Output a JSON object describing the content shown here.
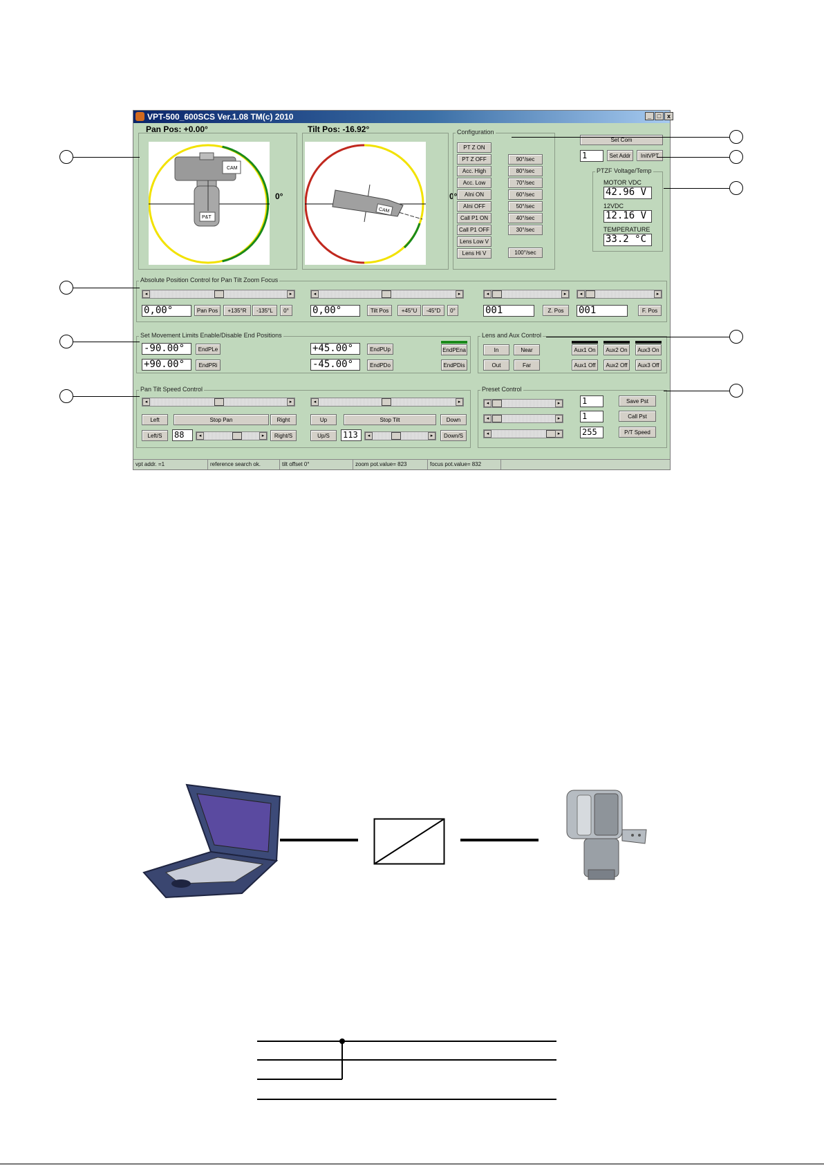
{
  "window": {
    "title": "VPT-500_600SCS Ver.1.08 TM(c) 2010",
    "controls": [
      "_",
      "□",
      "x"
    ]
  },
  "pan_view": {
    "label": "Pan Pos: +0.00°",
    "angle_label": "0°",
    "cam_label": "CAM",
    "pt_label": "P&T"
  },
  "tilt_view": {
    "label": "Tilt Pos: -16.92°",
    "angle_label": "0°",
    "cam_label": "CAM"
  },
  "configuration": {
    "title": "Configuration",
    "left_buttons": [
      "PT Z ON",
      "PT Z OFF",
      "Acc. High",
      "Acc. Low",
      "AIni ON",
      "AIni OFF",
      "Call P1 ON",
      "Call P1 OFF",
      "Lens Low V",
      "Lens Hi V"
    ],
    "speed_buttons": [
      "90°/sec",
      "80°/sec",
      "70°/sec",
      "60°/sec",
      "50°/sec",
      "40°/sec",
      "30°/sec",
      "100°/sec"
    ]
  },
  "com": {
    "set_com": "Set Com",
    "addr_value": "1",
    "set_addr": "Set Addr",
    "init_vpt": "InitVPT"
  },
  "ptzf": {
    "title": "PTZF Voltage/Temp",
    "motor_label": "MOTOR VDC",
    "motor_value": "42.96 V",
    "v12_label": "12VDC",
    "v12_value": "12.16 V",
    "temp_label": "TEMPERATURE",
    "temp_value": "33.2 °C"
  },
  "absolute": {
    "title": "Absolute Position Control for Pan Tilt Zoom Focus",
    "pan_value": "0,00°",
    "pan_pos": "Pan Pos",
    "pan_r": "+135°R",
    "pan_l": "-135°L",
    "pan_zero": "0°",
    "tilt_value": "0,00°",
    "tilt_pos": "Tilt Pos",
    "tilt_u": "+45°U",
    "tilt_d": "-45°D",
    "tilt_zero": "0°",
    "zoom_value": "001",
    "zoom_pos": "Z. Pos",
    "focus_value": "001",
    "focus_pos": "F. Pos"
  },
  "limits": {
    "title": "Set Movement Limits  Enable/Disable End Positions",
    "pan_le_value": "-90.00°",
    "pan_le": "EndPLe",
    "pan_ri_value": "+90.00°",
    "pan_ri": "EndPRi",
    "tilt_up_value": "+45.00°",
    "tilt_up": "EndPUp",
    "tilt_do_value": "-45.00°",
    "tilt_do": "EndPDo",
    "end_ena": "EndPEna",
    "end_dis": "EndPDis"
  },
  "lens": {
    "title": "Lens  and Aux Control",
    "in": "In",
    "near": "Near",
    "out": "Out",
    "far": "Far",
    "aux1_on": "Aux1 On",
    "aux2_on": "Aux2 On",
    "aux3_on": "Aux3 On",
    "aux1_off": "Aux1 Off",
    "aux2_off": "Aux2 Off",
    "aux3_off": "Aux3 Off"
  },
  "speed": {
    "title": "Pan Tilt Speed Control",
    "left": "Left",
    "stop_pan": "Stop Pan",
    "right": "Right",
    "up": "Up",
    "stop_tilt": "Stop Tilt",
    "down": "Down",
    "left_s": "Left/S",
    "pan_speed": "88",
    "right_s": "Right/S",
    "up_s": "Up/S",
    "tilt_speed": "113",
    "down_s": "Down/S"
  },
  "preset": {
    "title": "Preset Control",
    "save_value": "1",
    "save": "Save Pst",
    "call_value": "1",
    "call": "Call Pst",
    "speed_value": "255",
    "pt_speed": "P/T Speed"
  },
  "status": [
    "vpt addr. =1",
    "reference search ok.",
    "tilt offset 0°",
    "zoom pot.value= 823",
    "focus pot.value= 832"
  ],
  "colors": {
    "window_bg": "#c0d8bc",
    "ring_yellow": "#f2e200",
    "ring_green": "#1a8a1a",
    "ring_red": "#c0281e"
  }
}
